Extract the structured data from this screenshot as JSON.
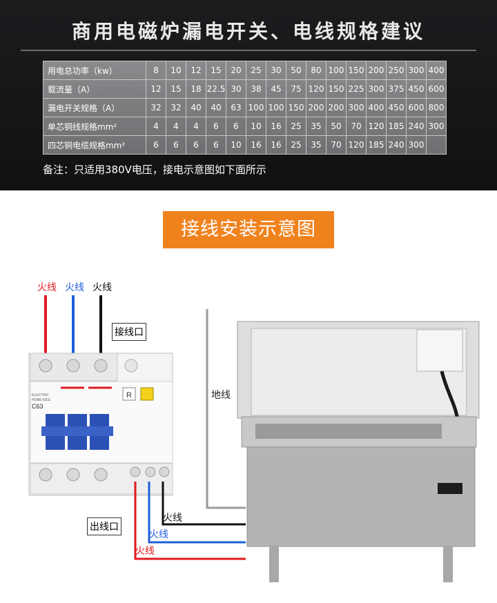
{
  "header": {
    "title": "商用电磁炉漏电开关、电线规格建议"
  },
  "spec_table": {
    "rows": [
      {
        "label": "用电总功率（kw）",
        "values": [
          "8",
          "10",
          "12",
          "15",
          "20",
          "25",
          "30",
          "50",
          "80",
          "100",
          "150",
          "200",
          "250",
          "300",
          "400"
        ]
      },
      {
        "label": "载流量（A）",
        "values": [
          "12",
          "15",
          "18",
          "22.5",
          "30",
          "38",
          "45",
          "75",
          "120",
          "150",
          "225",
          "300",
          "375",
          "450",
          "600"
        ]
      },
      {
        "label": "漏电开关规格（A）",
        "values": [
          "32",
          "32",
          "40",
          "40",
          "63",
          "100",
          "100",
          "150",
          "200",
          "200",
          "300",
          "400",
          "450",
          "600",
          "800"
        ]
      },
      {
        "label": "单芯铜线规格mm²",
        "values": [
          "4",
          "4",
          "4",
          "6",
          "6",
          "10",
          "16",
          "25",
          "35",
          "50",
          "70",
          "120",
          "185",
          "240",
          "300"
        ]
      },
      {
        "label": "四芯铜电缆规格mm²",
        "values": [
          "6",
          "6",
          "6",
          "6",
          "10",
          "16",
          "16",
          "25",
          "35",
          "70",
          "120",
          "185",
          "240",
          "300",
          ""
        ]
      }
    ]
  },
  "note": "备注：只适用380V电压，接电示意图如下面所示",
  "section_badge": "接线安装示意图",
  "diagram": {
    "top_wire_labels": [
      "火线",
      "火线",
      "火线"
    ],
    "inlet_label": "接线口",
    "outlet_label": "出线口",
    "ground_label": "地线",
    "bottom_wire_labels": [
      "火线",
      "火线",
      "火线"
    ],
    "breaker": {
      "brand": "ELECTRIC",
      "model": "HOBE-63LE",
      "rating": "C63",
      "test_button": "R"
    },
    "wire_colors": {
      "red": "#e0191f",
      "blue": "#1e5fd8",
      "black": "#111111",
      "ground": "#9a9a9a"
    }
  }
}
